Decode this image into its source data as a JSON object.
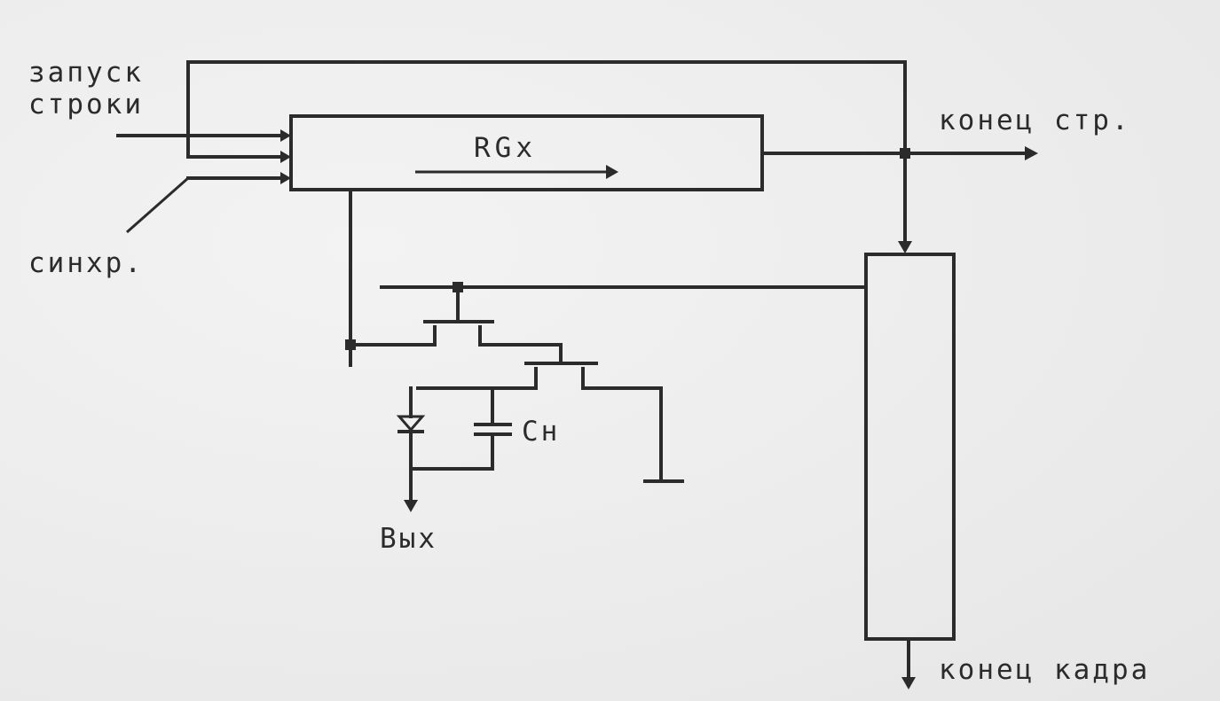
{
  "labels": {
    "row_start_line1": "запуск",
    "row_start_line2": "строки",
    "sync": "синхр.",
    "register": "RGx",
    "row_end": "конец стр.",
    "capacitor": "Сн",
    "output": "Вых",
    "frame_end": "конец кадра"
  },
  "colors": {
    "ink": "#2b2b2b",
    "paper": "#ededed"
  }
}
